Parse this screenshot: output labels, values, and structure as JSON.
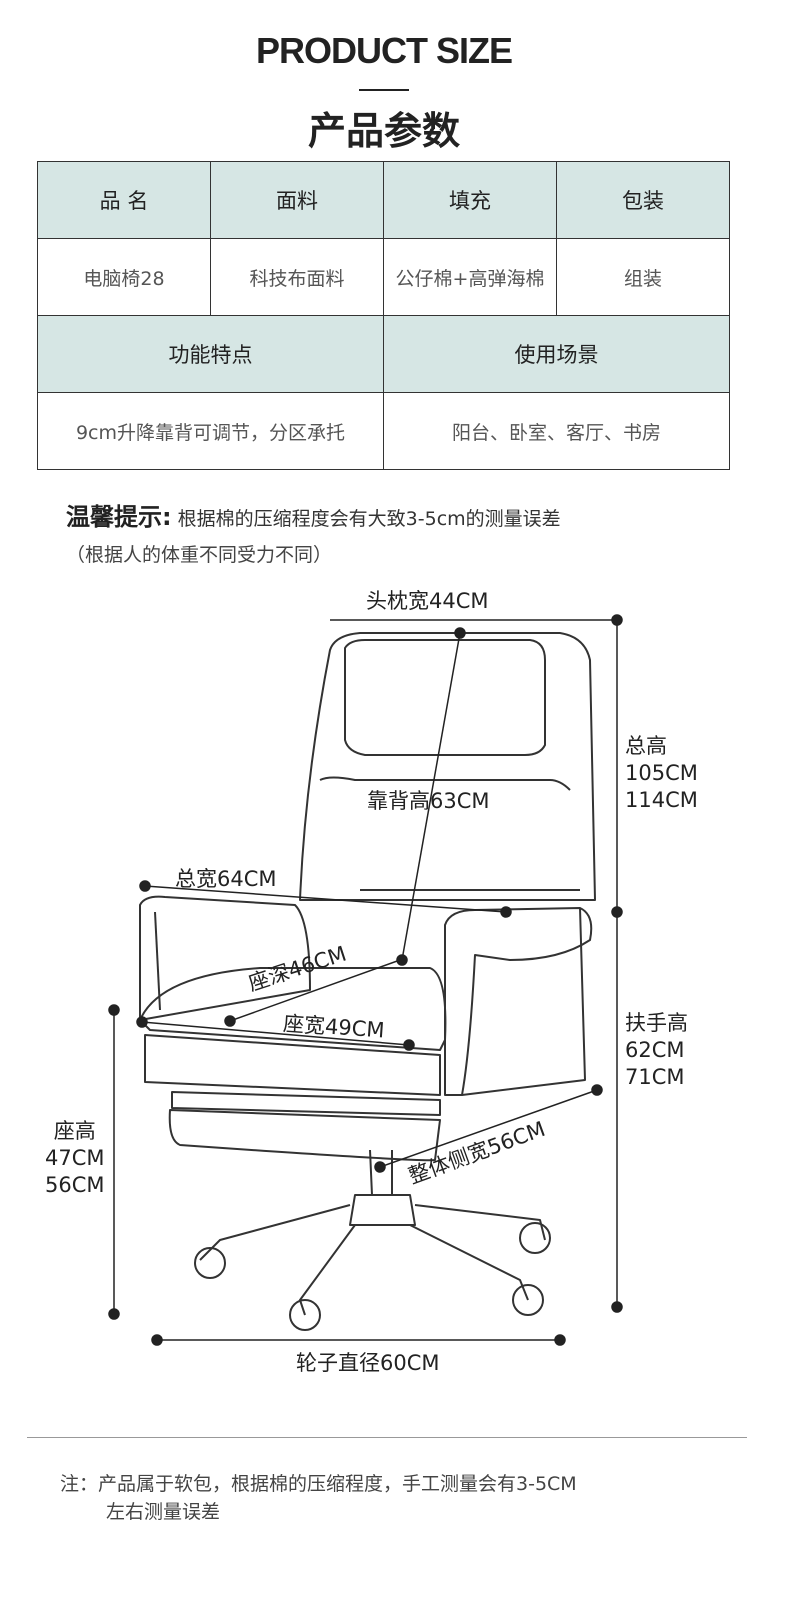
{
  "header": {
    "title_en": "PRODUCT SIZE",
    "title_cn": "产品参数"
  },
  "table": {
    "row1_headers": [
      "品 名",
      "面料",
      "填充",
      "包装"
    ],
    "row1_values": [
      "电脑椅28",
      "科技布面料",
      "公仔棉+高弹海棉",
      "组装"
    ],
    "row2_headers": [
      "功能特点",
      "使用场景"
    ],
    "row2_values": [
      "9cm升降靠背可调节，分区承托",
      "阳台、卧室、客厅、书房"
    ]
  },
  "tip": {
    "label": "温馨提示:",
    "text": "根据棉的压缩程度会有大致3-5cm的测量误差",
    "text2": "（根据人的体重不同受力不同）"
  },
  "dimensions": {
    "headrest_width": "头枕宽44CM",
    "back_height": "靠背高63CM",
    "total_width": "总宽64CM",
    "seat_depth": "座深46CM",
    "seat_width": "座宽49CM",
    "side_width": "整体侧宽56CM",
    "wheel_diameter": "轮子直径60CM",
    "total_height": {
      "label": "总高",
      "min": "105CM",
      "max": "114CM"
    },
    "armrest_height": {
      "label": "扶手高",
      "min": "62CM",
      "max": "71CM"
    },
    "seat_height": {
      "label": "座高",
      "min": "47CM",
      "max": "56CM"
    }
  },
  "note": {
    "line1": "注：产品属于软包，根据棉的压缩程度，手工测量会有3-5CM",
    "line2": "左右测量误差"
  }
}
